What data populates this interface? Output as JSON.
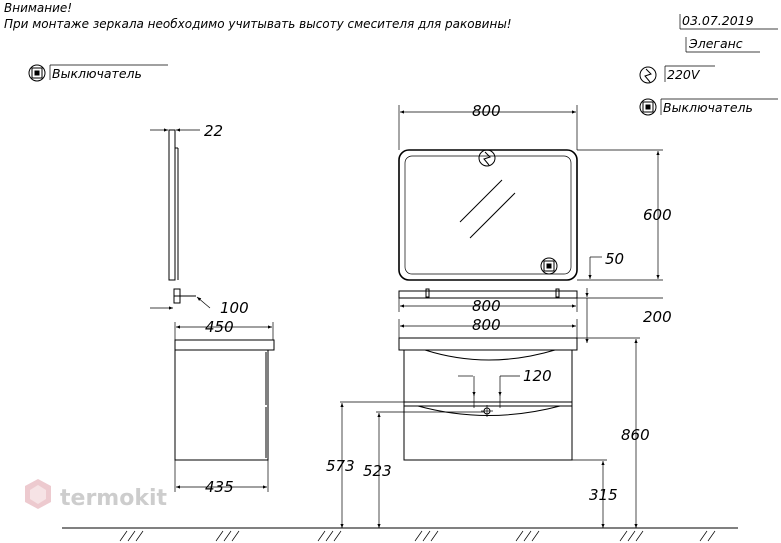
{
  "header": {
    "warning_title": "Внимание!",
    "warning_text": "При монтаже зеркала необходимо учитывать высоту смесителя для раковины!"
  },
  "stamp": {
    "date": "03.07.2019",
    "model": "Элеганс"
  },
  "legend": {
    "switch_left": "Выключатель",
    "power": "220V",
    "switch_right": "Выключатель"
  },
  "dimensions": {
    "mirror_depth": "22",
    "shelf_offset": "100",
    "cabinet_depth_top": "450",
    "cabinet_depth_bottom": "435",
    "mirror_width": "800",
    "mirror_height": "600",
    "switch_offset": "50",
    "shelf_width": "800",
    "shelf_gap": "200",
    "basin_width": "800",
    "mixer_offset": "120",
    "total_height": "860",
    "height_573": "573",
    "height_523": "523",
    "height_315": "315"
  },
  "watermark": {
    "brand": "termokit",
    "colors": {
      "logo": "#e8b9bf",
      "text": "#bdbdbd"
    }
  }
}
